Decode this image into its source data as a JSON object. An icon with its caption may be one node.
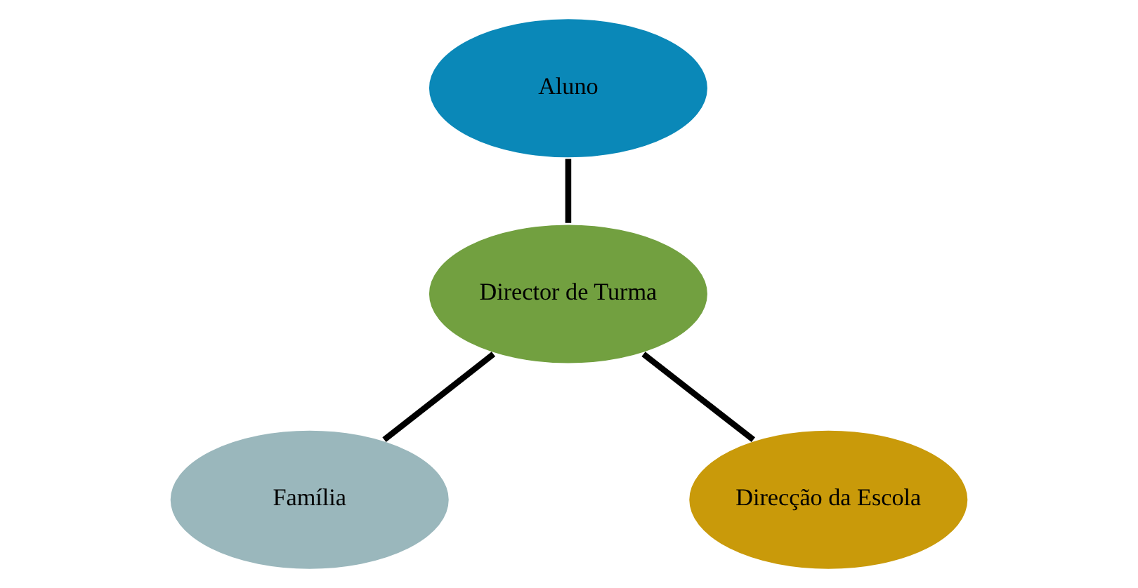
{
  "diagram": {
    "nodes": [
      {
        "text": [
          "Aluno"
        ]
      },
      {
        "text": [
          "Director de Turma"
        ]
      },
      {
        "text": [
          "Família"
        ]
      },
      {
        "text": [
          "Direcção da Escola"
        ]
      }
    ],
    "edges": [
      {
        "from": 1,
        "to": 0,
        "arrow": "none"
      },
      {
        "from": 1,
        "to": 2,
        "arrow": "none"
      },
      {
        "from": 1,
        "to": 3,
        "arrow": "none"
      }
    ]
  }
}
